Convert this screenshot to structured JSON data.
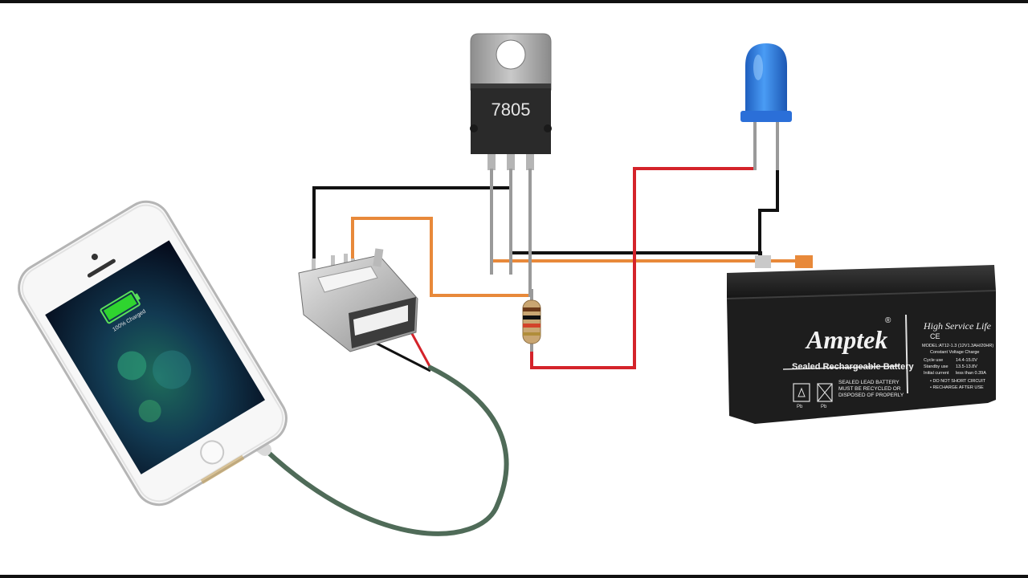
{
  "regulator": {
    "label": "7805"
  },
  "phone": {
    "status_text": "100% Charged"
  },
  "battery": {
    "brand": "Amptek",
    "registered_mark": "®",
    "slogan": "High Service Life",
    "title": "Sealed Rechargeable Battery",
    "ce_mark": "CE",
    "model": "MODEL:AT12-1.3 (12V1.3AH/20HR)",
    "spec_header": "Constant Voltage Charge",
    "spec_rows": [
      {
        "name": "Cycle use",
        "value": "14.4-15.0V"
      },
      {
        "name": "Standby use",
        "value": "13.5-13.8V"
      },
      {
        "name": "Initial current",
        "value": "less than 0.39A"
      }
    ],
    "warnings": [
      "• DO NOT SHORT CIRCUIT",
      "• RECHARGE AFTER USE"
    ],
    "recycle_lines": [
      "SEALED LEAD BATTERY",
      "MUST BE RECYCLED OR",
      "DISPOSED OF PROPERLY"
    ],
    "pb_label": "Pb"
  },
  "colors": {
    "wire_black": "#111111",
    "wire_orange": "#e8893a",
    "wire_red": "#d4232a",
    "cable_green": "#4f6b58",
    "led_blue": "#2f7fe6",
    "battery_body": "#1d1d1d",
    "regulator_metal": "#a9a9a9",
    "regulator_body": "#2a2a2a"
  }
}
